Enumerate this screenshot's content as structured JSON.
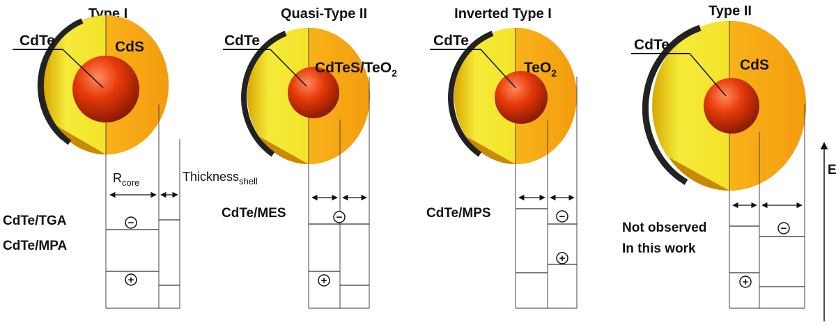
{
  "panels": [
    {
      "title": "Type I",
      "core_label": "CdTe",
      "shell_label": "CdS",
      "shell_label_sub": "",
      "shell_label_tail": "",
      "side_label": [
        "CdTe/TGA",
        "CdTe/MPA"
      ],
      "band_type": "type-i"
    },
    {
      "title": "Quasi-Type II",
      "core_label": "CdTe",
      "shell_label": "CdTeS/TeO",
      "shell_label_sub": "2",
      "shell_label_tail": "",
      "side_label": [
        "CdTe/MES"
      ],
      "band_type": "quasi-type-ii"
    },
    {
      "title": "Inverted Type I",
      "core_label": "CdTe",
      "shell_label": "TeO",
      "shell_label_sub": "2",
      "shell_label_tail": "",
      "side_label": [
        "CdTe/MPS"
      ],
      "band_type": "inverted-type-i"
    },
    {
      "title": "Type II",
      "core_label": "CdTe",
      "shell_label": "CdS",
      "shell_label_sub": "",
      "shell_label_tail": "",
      "side_label": [
        "Not observed",
        "In this work"
      ],
      "band_type": "type-ii"
    }
  ],
  "dimension_labels": {
    "core_main": "R",
    "core_sub": "core",
    "shell_main": "Thickness",
    "shell_sub": "shell"
  },
  "energy_axis_label": "E",
  "electron_symbol": "−",
  "hole_symbol": "+",
  "colors": {
    "core": "#e8400c",
    "shell_yellow": "#f2e52a",
    "shell_orange": "#f7a814",
    "ring_dark": "#222222"
  }
}
